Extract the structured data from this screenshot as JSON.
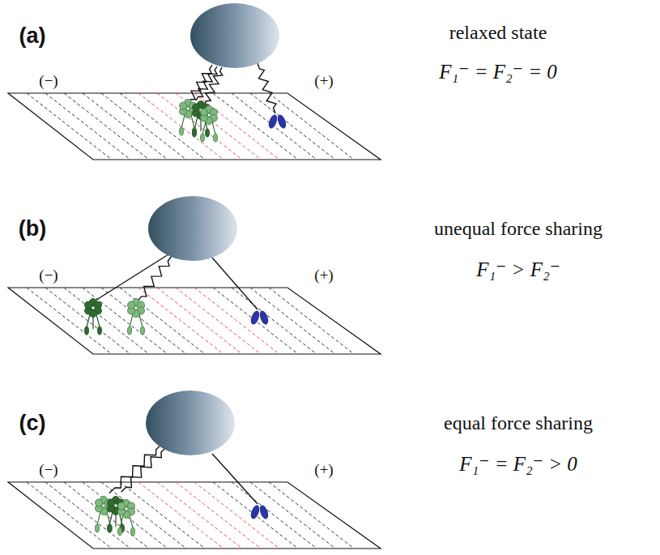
{
  "diagram": {
    "labels": [
      "(a)",
      "relaxed state",
      "F₁⁻ = F₂⁻ = 0",
      "(−)",
      "(+)",
      "(b)",
      "unequal force sharing",
      "F₁⁻ > F₂⁻",
      "(−)",
      "(+)",
      "(c)",
      "equal force sharing",
      "F₁⁻ = F₂⁻ > 0",
      "(−)",
      "(+)"
    ]
  }
}
